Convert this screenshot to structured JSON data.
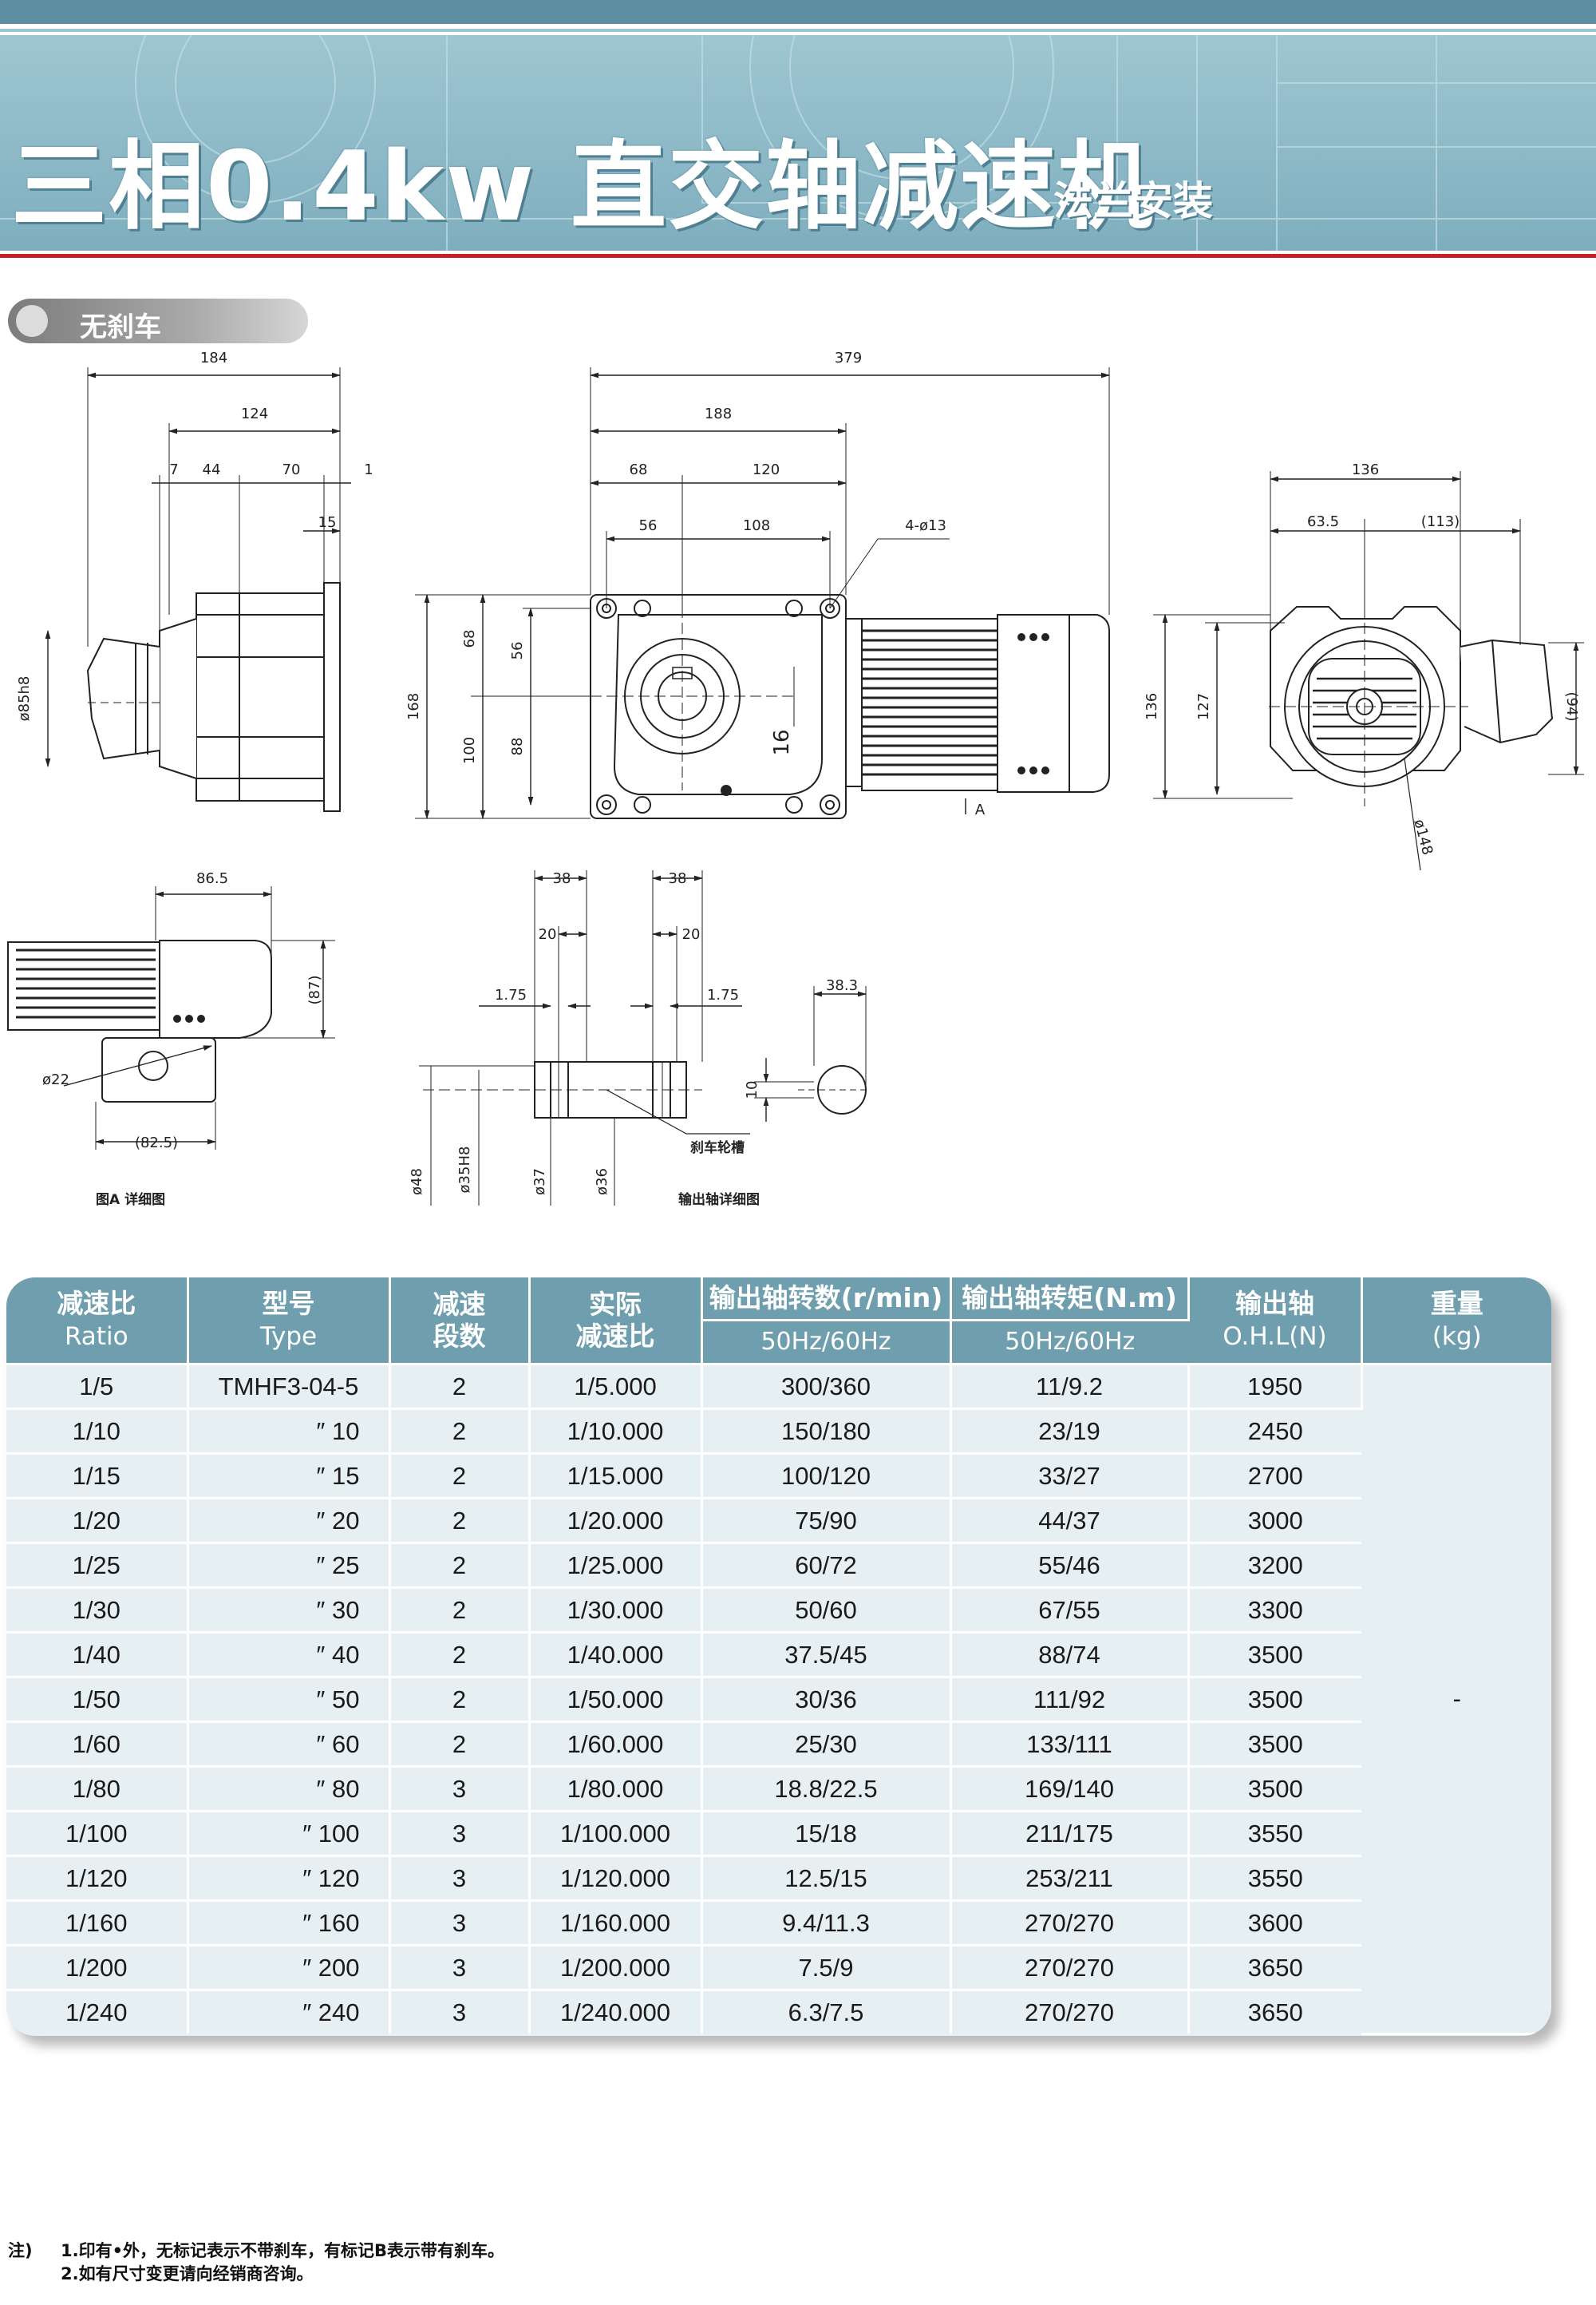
{
  "header": {
    "title": "三相0.4kw 直交轴减速机",
    "subtitle": "法兰安装"
  },
  "section_tag": "无刹车",
  "drawing": {
    "dims": {
      "d184": "184",
      "d124": "124",
      "d7": "7",
      "d44": "44",
      "d70": "70",
      "d1": "1",
      "d15": "15",
      "phi85h8": "ø85h8",
      "d379": "379",
      "d188": "188",
      "d68": "68",
      "d120": "120",
      "d56": "56",
      "d108": "108",
      "holes": "4-ø13",
      "d168": "168",
      "v68": "68",
      "v56": "56",
      "v100": "100",
      "v88": "88",
      "v16": "16",
      "d136": "136",
      "d63_5": "63.5",
      "d113": "(113)",
      "v136": "136",
      "v127": "127",
      "v94": "(94)",
      "phi148": "ø148",
      "d86_5": "86.5",
      "v87": "(87)",
      "phi22": "ø22",
      "d82_5": "(82.5)",
      "d38a": "38",
      "d38b": "38",
      "d20a": "20",
      "d20b": "20",
      "d1_75a": "1.75",
      "d1_75b": "1.75",
      "d38_3": "38.3",
      "v10": "10",
      "phi48": "ø48",
      "phi35h8": "ø35H8",
      "phi37": "ø37",
      "phi36": "ø36"
    },
    "labels": {
      "view_a": "A",
      "brake_groove": "刹车轮槽",
      "fig_a": "图A  详细图",
      "shaft_detail": "输出轴详细图"
    }
  },
  "table": {
    "headers": {
      "ratio_cn": "减速比",
      "ratio_en": "Ratio",
      "type_cn": "型号",
      "type_en": "Type",
      "stages_1": "减速",
      "stages_2": "段数",
      "actual_1": "实际",
      "actual_2": "减速比",
      "speed": "输出轴转数(r/min)",
      "speed_sub": "50Hz/60Hz",
      "torque": "输出轴转矩(N.m)",
      "torque_sub": "50Hz/60Hz",
      "ohl_1": "输出轴",
      "ohl_2": "O.H.L(N)",
      "weight_1": "重量",
      "weight_2": "(kg)"
    },
    "weight_value": "-",
    "rows": [
      {
        "ratio": "1/5",
        "model": "TMHF3-04-5",
        "stages": "2",
        "actual": "1/5.000",
        "speed": "300/360",
        "torque": "11/9.2",
        "ohl": "1950"
      },
      {
        "ratio": "1/10",
        "model": "″  10",
        "stages": "2",
        "actual": "1/10.000",
        "speed": "150/180",
        "torque": "23/19",
        "ohl": "2450"
      },
      {
        "ratio": "1/15",
        "model": "″  15",
        "stages": "2",
        "actual": "1/15.000",
        "speed": "100/120",
        "torque": "33/27",
        "ohl": "2700"
      },
      {
        "ratio": "1/20",
        "model": "″  20",
        "stages": "2",
        "actual": "1/20.000",
        "speed": "75/90",
        "torque": "44/37",
        "ohl": "3000"
      },
      {
        "ratio": "1/25",
        "model": "″  25",
        "stages": "2",
        "actual": "1/25.000",
        "speed": "60/72",
        "torque": "55/46",
        "ohl": "3200"
      },
      {
        "ratio": "1/30",
        "model": "″  30",
        "stages": "2",
        "actual": "1/30.000",
        "speed": "50/60",
        "torque": "67/55",
        "ohl": "3300"
      },
      {
        "ratio": "1/40",
        "model": "″  40",
        "stages": "2",
        "actual": "1/40.000",
        "speed": "37.5/45",
        "torque": "88/74",
        "ohl": "3500"
      },
      {
        "ratio": "1/50",
        "model": "″  50",
        "stages": "2",
        "actual": "1/50.000",
        "speed": "30/36",
        "torque": "111/92",
        "ohl": "3500"
      },
      {
        "ratio": "1/60",
        "model": "″  60",
        "stages": "2",
        "actual": "1/60.000",
        "speed": "25/30",
        "torque": "133/111",
        "ohl": "3500"
      },
      {
        "ratio": "1/80",
        "model": "″  80",
        "stages": "3",
        "actual": "1/80.000",
        "speed": "18.8/22.5",
        "torque": "169/140",
        "ohl": "3500"
      },
      {
        "ratio": "1/100",
        "model": "″  100",
        "stages": "3",
        "actual": "1/100.000",
        "speed": "15/18",
        "torque": "211/175",
        "ohl": "3550"
      },
      {
        "ratio": "1/120",
        "model": "″  120",
        "stages": "3",
        "actual": "1/120.000",
        "speed": "12.5/15",
        "torque": "253/211",
        "ohl": "3550"
      },
      {
        "ratio": "1/160",
        "model": "″  160",
        "stages": "3",
        "actual": "1/160.000",
        "speed": "9.4/11.3",
        "torque": "270/270",
        "ohl": "3600"
      },
      {
        "ratio": "1/200",
        "model": "″  200",
        "stages": "3",
        "actual": "1/200.000",
        "speed": "7.5/9",
        "torque": "270/270",
        "ohl": "3650"
      },
      {
        "ratio": "1/240",
        "model": "″  240",
        "stages": "3",
        "actual": "1/240.000",
        "speed": "6.3/7.5",
        "torque": "270/270",
        "ohl": "3650"
      }
    ]
  },
  "notes": {
    "label": "注)",
    "line1": "1.印有•外，无标记表示不带刹车，有标记B表示带有刹车。",
    "line2": "2.如有尺寸变更请向经销商咨询。"
  }
}
